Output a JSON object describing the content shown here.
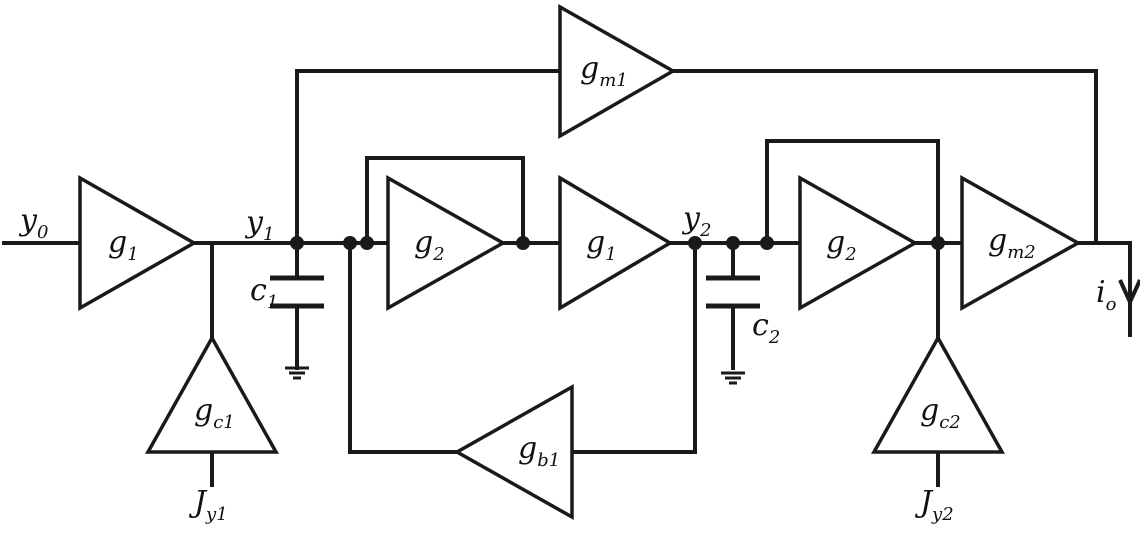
{
  "colors": {
    "line": "#1a1a1a",
    "background": "#ffffff"
  },
  "labels": {
    "y0": {
      "base": "y",
      "sub": "0"
    },
    "y1": {
      "base": "y",
      "sub": "1"
    },
    "y2": {
      "base": "y",
      "sub": "2"
    },
    "c1": {
      "base": "c",
      "sub": "1"
    },
    "c2": {
      "base": "c",
      "sub": "2"
    },
    "io": {
      "base": "i",
      "sub": "o"
    },
    "jy1": {
      "base": "J",
      "sub": "y1"
    },
    "jy2": {
      "base": "J",
      "sub": "y2"
    }
  },
  "amplifiers": {
    "g1_in": {
      "base": "g",
      "sub": "1"
    },
    "gc1": {
      "base": "g",
      "sub": "c1"
    },
    "gm1": {
      "base": "g",
      "sub": "m1"
    },
    "g2_a": {
      "base": "g",
      "sub": "2"
    },
    "g1_mid": {
      "base": "g",
      "sub": "1"
    },
    "gb1": {
      "base": "g",
      "sub": "b1"
    },
    "g2_b": {
      "base": "g",
      "sub": "2"
    },
    "gm2": {
      "base": "g",
      "sub": "m2"
    },
    "gc2": {
      "base": "g",
      "sub": "c2"
    }
  }
}
